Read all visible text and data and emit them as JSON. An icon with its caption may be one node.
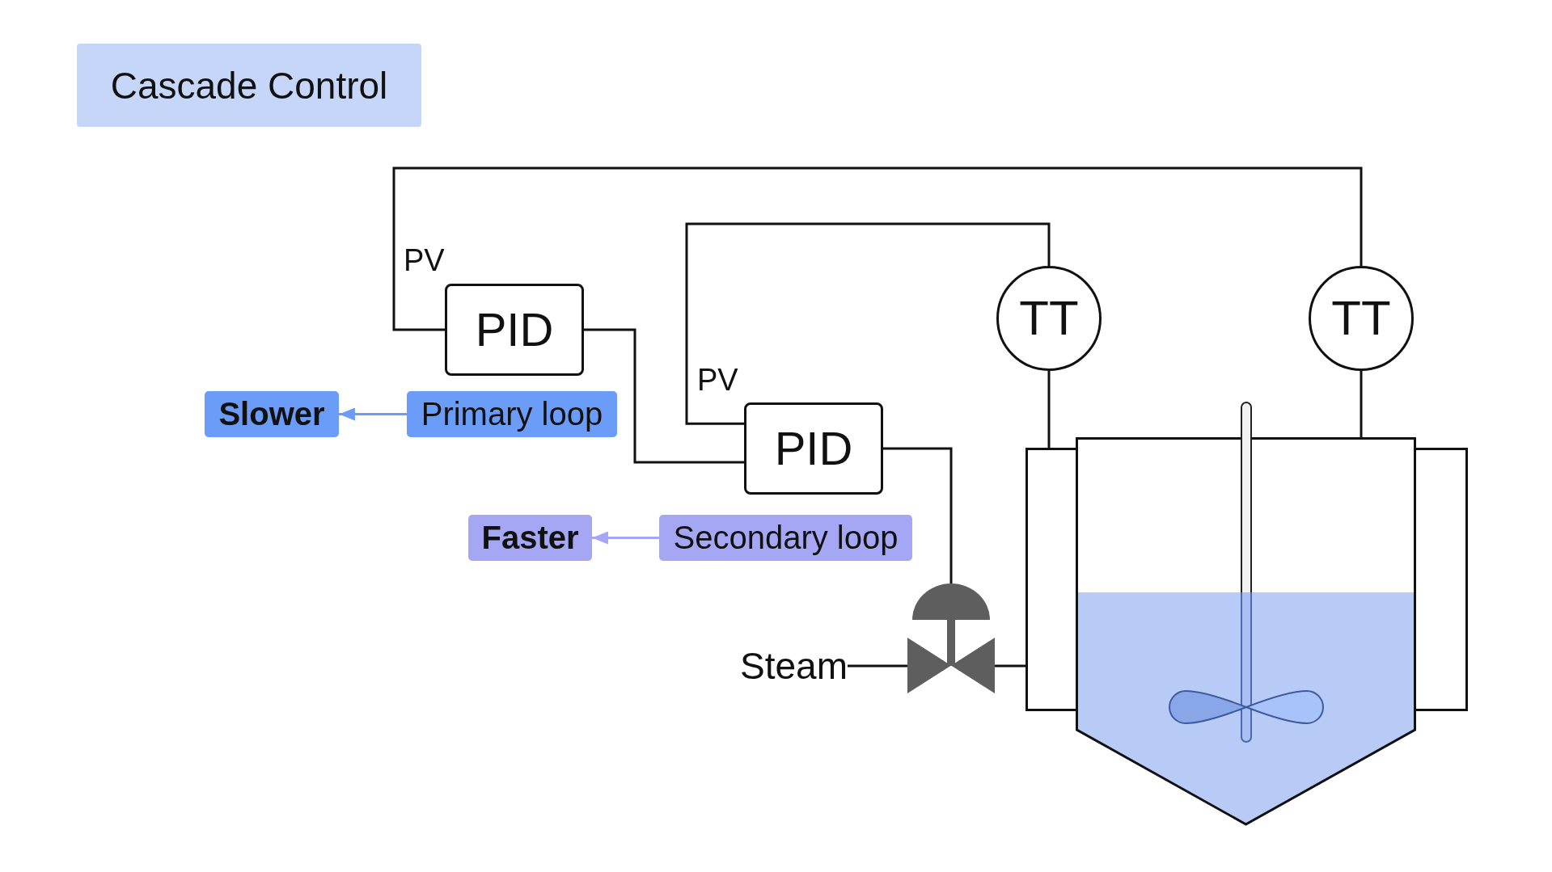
{
  "diagram": {
    "title": "Cascade Control",
    "nodes": [
      {
        "text": [
          "PID"
        ]
      },
      {
        "text": [
          "TT"
        ]
      },
      {
        "text": [
          "TT"
        ]
      },
      {
        "text": [
          "Slower"
        ]
      },
      {
        "text": [
          "Primary loop"
        ]
      },
      {
        "text": [
          "PID"
        ]
      },
      {
        "text": [
          "Faster"
        ]
      },
      {
        "text": [
          "Secondary loop"
        ]
      },
      {
        "text": [],
        "shape": "valve"
      },
      {
        "text": [
          "Steam"
        ]
      },
      {
        "text": [],
        "shape": "box"
      },
      {
        "text": [],
        "shape": "tank"
      },
      {
        "text": [],
        "shape": "box"
      }
    ],
    "edges": [
      {
        "from": 2,
        "to": 0,
        "arrow": "none",
        "label": "PV"
      },
      {
        "from": 0,
        "to": 5,
        "arrow": "none"
      },
      {
        "from": 1,
        "to": 5,
        "arrow": "none",
        "label": "PV"
      },
      {
        "from": 5,
        "to": 8,
        "arrow": "none"
      },
      {
        "from": 9,
        "to": 8,
        "arrow": "none"
      },
      {
        "from": 8,
        "to": 10,
        "arrow": "none"
      },
      {
        "from": 1,
        "to": 10,
        "arrow": "none"
      },
      {
        "from": 2,
        "to": 11,
        "arrow": "none"
      },
      {
        "from": 4,
        "to": 3,
        "arrow": "to",
        "color": "#6b9cf7"
      },
      {
        "from": 7,
        "to": 6,
        "arrow": "to",
        "color": "#a5a6f4"
      }
    ]
  }
}
